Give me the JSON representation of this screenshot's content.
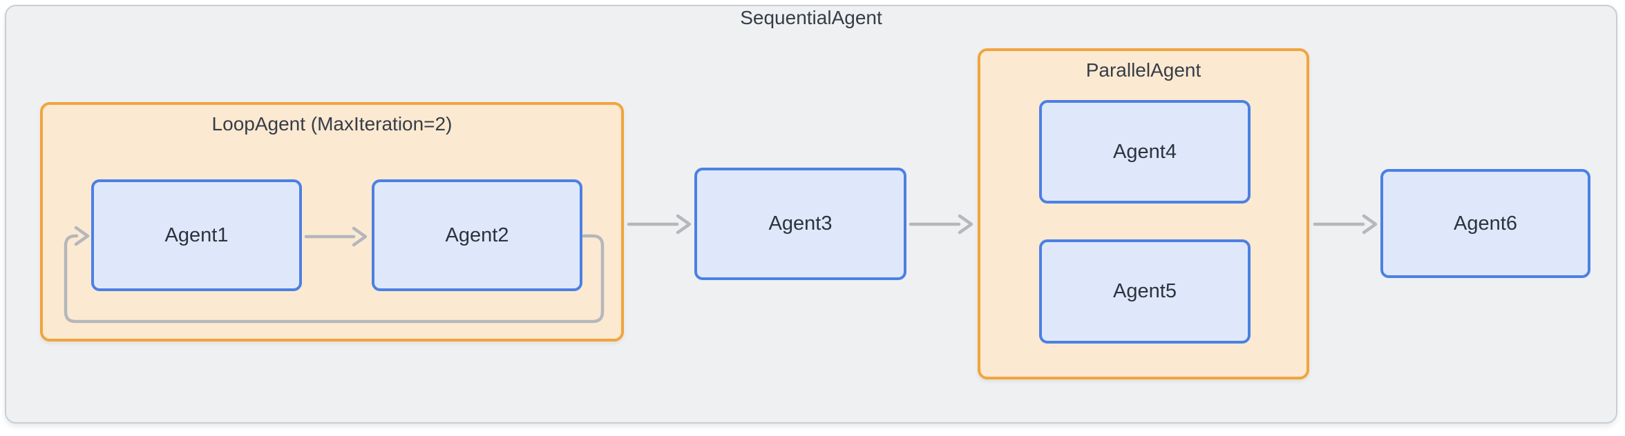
{
  "diagram": {
    "root": {
      "label": "SequentialAgent"
    },
    "loop": {
      "label": "LoopAgent (MaxIteration=2)"
    },
    "parallel": {
      "label": "ParallelAgent"
    },
    "agents": {
      "agent1": "Agent1",
      "agent2": "Agent2",
      "agent3": "Agent3",
      "agent4": "Agent4",
      "agent5": "Agent5",
      "agent6": "Agent6"
    },
    "edges": [
      {
        "from": "Agent1",
        "to": "Agent2",
        "kind": "flow"
      },
      {
        "from": "Agent2",
        "to": "Agent1",
        "kind": "loop-back"
      },
      {
        "from": "LoopAgent",
        "to": "Agent3",
        "kind": "flow"
      },
      {
        "from": "Agent3",
        "to": "ParallelAgent",
        "kind": "flow"
      },
      {
        "from": "ParallelAgent",
        "to": "Agent6",
        "kind": "flow"
      }
    ],
    "colors": {
      "page_background": "#ffffff",
      "container_fill": "#eef0f2",
      "container_border": "#c9ced6",
      "group_fill": "#fce9d1",
      "group_border": "#f1a43e",
      "node_fill": "#dfe8fb",
      "node_border": "#4b80e4",
      "arrow": "#b4b7bb",
      "text": "#363d47"
    }
  }
}
